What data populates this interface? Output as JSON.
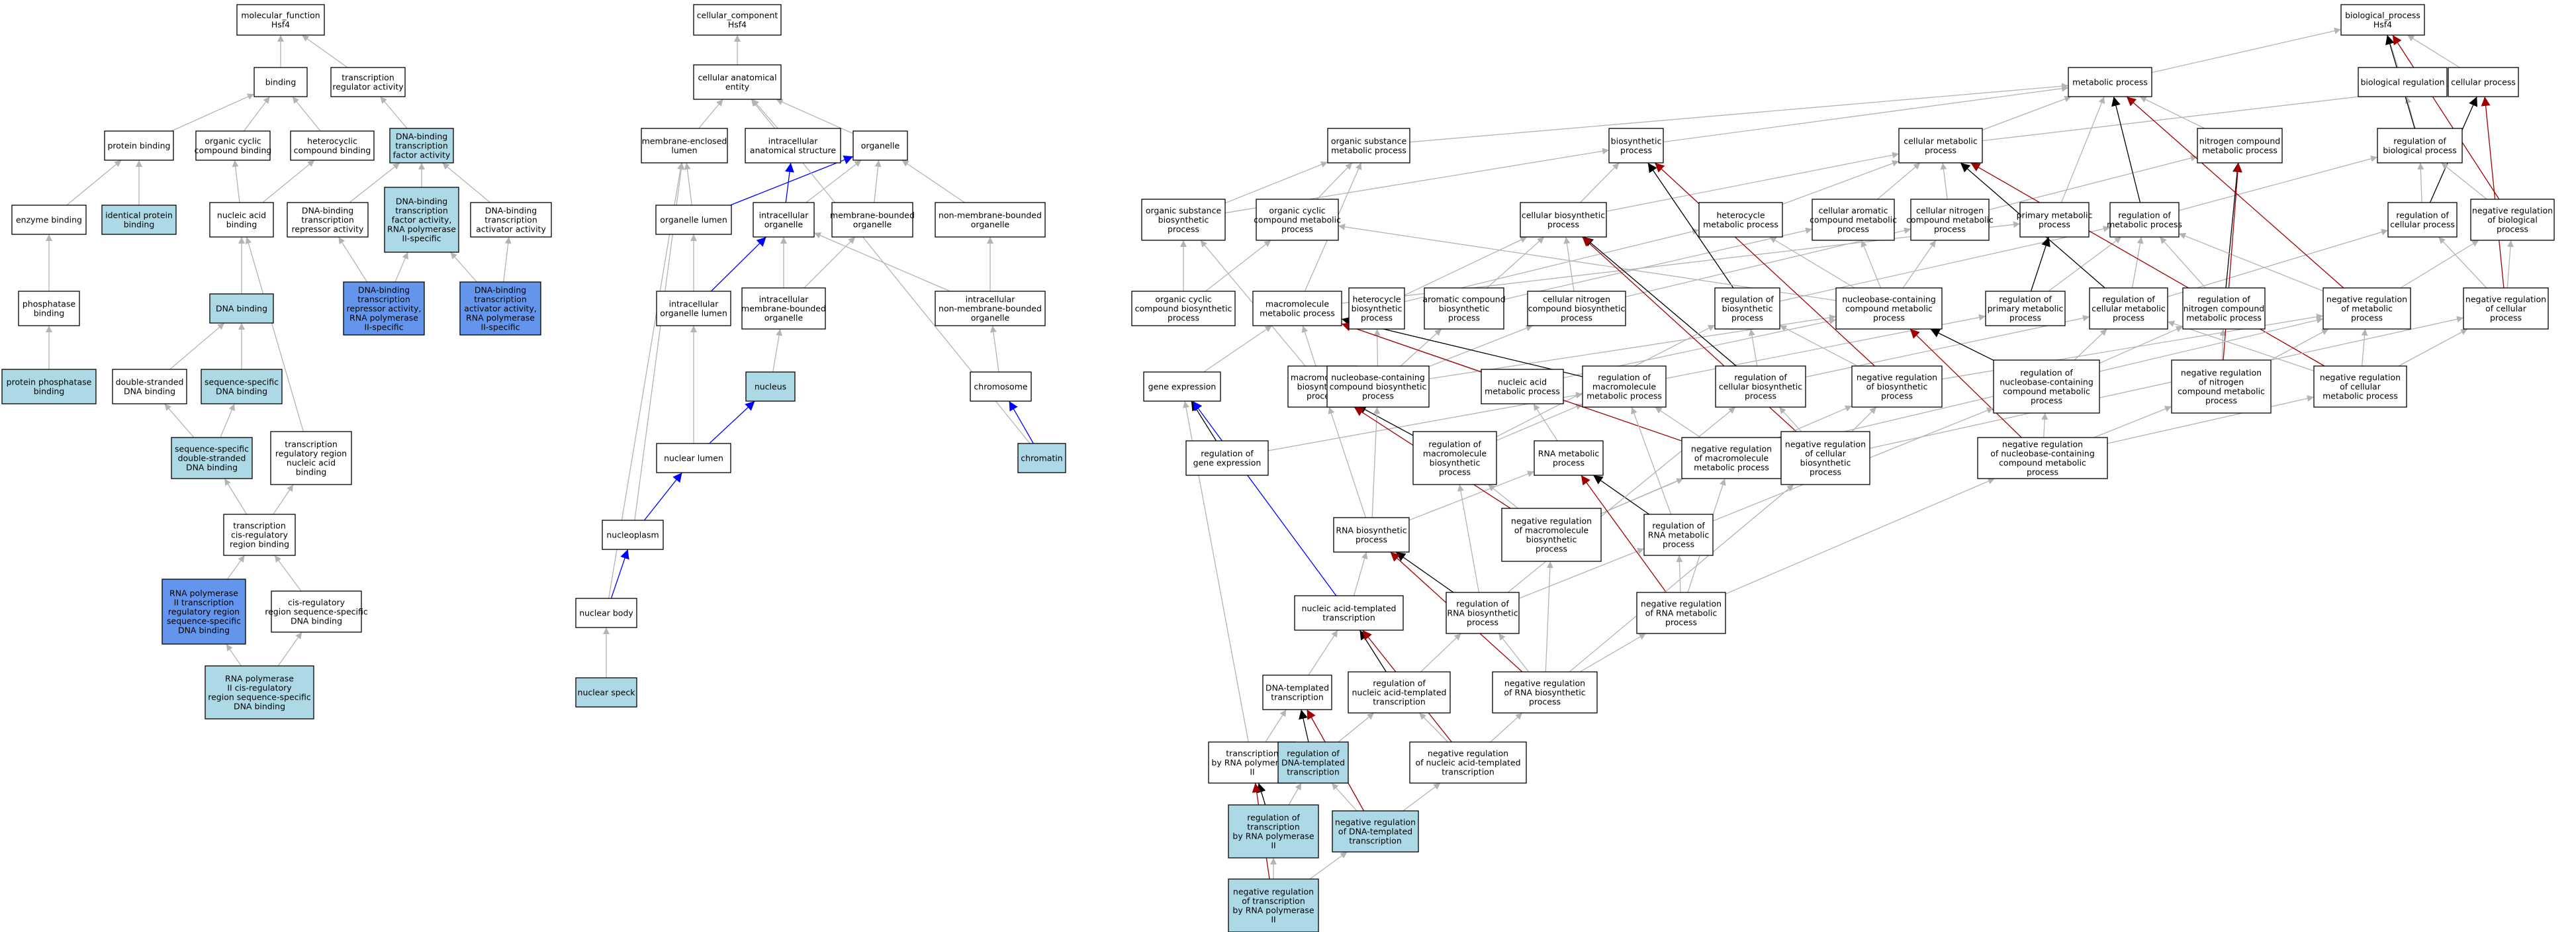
{
  "colors": {
    "default": "#ffffff",
    "light": "#add8e6",
    "dark": "#6495ed",
    "edge_gray": "#b4b4b4",
    "edge_black": "#000000",
    "edge_blue": "#0000ff",
    "edge_red": "#a00000"
  },
  "nodes": [
    {
      "id": "mf",
      "label": [
        "molecular_function",
        "Hsf4"
      ],
      "fill": "default"
    },
    {
      "id": "binding",
      "label": [
        "binding"
      ],
      "fill": "default"
    },
    {
      "id": "tra",
      "label": [
        "transcription",
        "regulator activity"
      ],
      "fill": "default"
    },
    {
      "id": "protbind",
      "label": [
        "protein binding"
      ],
      "fill": "default"
    },
    {
      "id": "occb",
      "label": [
        "organic cyclic",
        "compound binding"
      ],
      "fill": "default"
    },
    {
      "id": "hcb",
      "label": [
        "heterocyclic",
        "compound binding"
      ],
      "fill": "default"
    },
    {
      "id": "dbtfa",
      "label": [
        "DNA-binding",
        "transcription",
        "factor activity"
      ],
      "fill": "light"
    },
    {
      "id": "enzb",
      "label": [
        "enzyme binding"
      ],
      "fill": "default"
    },
    {
      "id": "idpb",
      "label": [
        "identical protein",
        "binding"
      ],
      "fill": "light"
    },
    {
      "id": "nab",
      "label": [
        "nucleic acid",
        "binding"
      ],
      "fill": "default"
    },
    {
      "id": "dbtra",
      "label": [
        "DNA-binding",
        "transcription",
        "repressor activity"
      ],
      "fill": "default"
    },
    {
      "id": "dbtfap2",
      "label": [
        "DNA-binding",
        "transcription",
        "factor activity,",
        "RNA polymerase",
        "II-specific"
      ],
      "fill": "light"
    },
    {
      "id": "dbtaa",
      "label": [
        "DNA-binding",
        "transcription",
        "activator activity"
      ],
      "fill": "default"
    },
    {
      "id": "phosb",
      "label": [
        "phosphatase",
        "binding"
      ],
      "fill": "default"
    },
    {
      "id": "dnab",
      "label": [
        "DNA binding"
      ],
      "fill": "light"
    },
    {
      "id": "dbtrap2",
      "label": [
        "DNA-binding",
        "transcription",
        "repressor activity,",
        "RNA polymerase",
        "II-specific"
      ],
      "fill": "dark"
    },
    {
      "id": "dbtaap2",
      "label": [
        "DNA-binding",
        "transcription",
        "activator activity,",
        "RNA polymerase",
        "II-specific"
      ],
      "fill": "dark"
    },
    {
      "id": "ppb",
      "label": [
        "protein phosphatase",
        "binding"
      ],
      "fill": "light"
    },
    {
      "id": "dsdb",
      "label": [
        "double-stranded",
        "DNA binding"
      ],
      "fill": "default"
    },
    {
      "id": "ssdb",
      "label": [
        "sequence-specific",
        "DNA binding"
      ],
      "fill": "light"
    },
    {
      "id": "ssdsdb",
      "label": [
        "sequence-specific",
        "double-stranded",
        "DNA binding"
      ],
      "fill": "light"
    },
    {
      "id": "trrnab",
      "label": [
        "transcription",
        "regulatory region",
        "nucleic acid",
        "binding"
      ],
      "fill": "default"
    },
    {
      "id": "tcrrb",
      "label": [
        "transcription",
        "cis-regulatory",
        "region binding"
      ],
      "fill": "default"
    },
    {
      "id": "rp2trr",
      "label": [
        "RNA polymerase",
        "II transcription",
        "regulatory region",
        "sequence-specific",
        "DNA binding"
      ],
      "fill": "dark"
    },
    {
      "id": "crrsdb",
      "label": [
        "cis-regulatory",
        "region sequence-specific",
        "DNA binding"
      ],
      "fill": "default"
    },
    {
      "id": "rp2crr",
      "label": [
        "RNA polymerase",
        "II cis-regulatory",
        "region sequence-specific",
        "DNA binding"
      ],
      "fill": "light"
    },
    {
      "id": "cc",
      "label": [
        "cellular_component",
        "Hsf4"
      ],
      "fill": "default"
    },
    {
      "id": "cae",
      "label": [
        "cellular anatomical",
        "entity"
      ],
      "fill": "default"
    },
    {
      "id": "mel",
      "label": [
        "membrane-enclosed",
        "lumen"
      ],
      "fill": "default"
    },
    {
      "id": "ias",
      "label": [
        "intracellular",
        "anatomical structure"
      ],
      "fill": "default"
    },
    {
      "id": "org",
      "label": [
        "organelle"
      ],
      "fill": "default"
    },
    {
      "id": "orgl",
      "label": [
        "organelle lumen"
      ],
      "fill": "default"
    },
    {
      "id": "iorg",
      "label": [
        "intracellular",
        "organelle"
      ],
      "fill": "default"
    },
    {
      "id": "mbo",
      "label": [
        "membrane-bounded",
        "organelle"
      ],
      "fill": "default"
    },
    {
      "id": "nmbo",
      "label": [
        "non-membrane-bounded",
        "organelle"
      ],
      "fill": "default"
    },
    {
      "id": "iol",
      "label": [
        "intracellular",
        "organelle lumen"
      ],
      "fill": "default"
    },
    {
      "id": "imbo",
      "label": [
        "intracellular",
        "membrane-bounded",
        "organelle"
      ],
      "fill": "default"
    },
    {
      "id": "inmbo",
      "label": [
        "intracellular",
        "non-membrane-bounded",
        "organelle"
      ],
      "fill": "default"
    },
    {
      "id": "nucleus",
      "label": [
        "nucleus"
      ],
      "fill": "light"
    },
    {
      "id": "chrom",
      "label": [
        "chromosome"
      ],
      "fill": "default"
    },
    {
      "id": "nl",
      "label": [
        "nuclear lumen"
      ],
      "fill": "default"
    },
    {
      "id": "chromatin",
      "label": [
        "chromatin"
      ],
      "fill": "light"
    },
    {
      "id": "nucleoplasm",
      "label": [
        "nucleoplasm"
      ],
      "fill": "default"
    },
    {
      "id": "nbody",
      "label": [
        "nuclear body"
      ],
      "fill": "default"
    },
    {
      "id": "nspeck",
      "label": [
        "nuclear speck"
      ],
      "fill": "light"
    },
    {
      "id": "bp",
      "label": [
        "biological_process",
        "Hsf4"
      ],
      "fill": "default"
    },
    {
      "id": "metp",
      "label": [
        "metabolic process"
      ],
      "fill": "default"
    },
    {
      "id": "bioreg",
      "label": [
        "biological regulation"
      ],
      "fill": "default"
    },
    {
      "id": "cellp",
      "label": [
        "cellular process"
      ],
      "fill": "default"
    },
    {
      "id": "osmp",
      "label": [
        "organic substance",
        "metabolic process"
      ],
      "fill": "default"
    },
    {
      "id": "biosp",
      "label": [
        "biosynthetic",
        "process"
      ],
      "fill": "default"
    },
    {
      "id": "cmp",
      "label": [
        "cellular metabolic",
        "process"
      ],
      "fill": "default"
    },
    {
      "id": "ncmp",
      "label": [
        "nitrogen compound",
        "metabolic process"
      ],
      "fill": "default"
    },
    {
      "id": "rbp",
      "label": [
        "regulation of",
        "biological process"
      ],
      "fill": "default"
    },
    {
      "id": "osbp",
      "label": [
        "organic substance",
        "biosynthetic",
        "process"
      ],
      "fill": "default"
    },
    {
      "id": "occmp",
      "label": [
        "organic cyclic",
        "compound metabolic",
        "process"
      ],
      "fill": "default"
    },
    {
      "id": "cbp",
      "label": [
        "cellular biosynthetic",
        "process"
      ],
      "fill": "default"
    },
    {
      "id": "hmp",
      "label": [
        "heterocycle",
        "metabolic process"
      ],
      "fill": "default"
    },
    {
      "id": "cacmp",
      "label": [
        "cellular aromatic",
        "compound metabolic",
        "process"
      ],
      "fill": "default"
    },
    {
      "id": "cncmp",
      "label": [
        "cellular nitrogen",
        "compound metabolic",
        "process"
      ],
      "fill": "default"
    },
    {
      "id": "pmp",
      "label": [
        "primary metabolic",
        "process"
      ],
      "fill": "default"
    },
    {
      "id": "rmp",
      "label": [
        "regulation of",
        "metabolic process"
      ],
      "fill": "default"
    },
    {
      "id": "rcp",
      "label": [
        "regulation of",
        "cellular process"
      ],
      "fill": "default"
    },
    {
      "id": "nrbp",
      "label": [
        "negative regulation",
        "of biological",
        "process"
      ],
      "fill": "default"
    },
    {
      "id": "occbp",
      "label": [
        "organic cyclic",
        "compound biosynthetic",
        "process"
      ],
      "fill": "default"
    },
    {
      "id": "mmp",
      "label": [
        "macromolecule",
        "metabolic process"
      ],
      "fill": "default"
    },
    {
      "id": "hbp",
      "label": [
        "heterocycle",
        "biosynthetic",
        "process"
      ],
      "fill": "default"
    },
    {
      "id": "acbp",
      "label": [
        "aromatic compound",
        "biosynthetic",
        "process"
      ],
      "fill": "default"
    },
    {
      "id": "cncbp",
      "label": [
        "cellular nitrogen",
        "compound biosynthetic",
        "process"
      ],
      "fill": "default"
    },
    {
      "id": "rbsp",
      "label": [
        "regulation of",
        "biosynthetic",
        "process"
      ],
      "fill": "default"
    },
    {
      "id": "nbcmp",
      "label": [
        "nucleobase-containing",
        "compound metabolic",
        "process"
      ],
      "fill": "default"
    },
    {
      "id": "rpmp",
      "label": [
        "regulation of",
        "primary metabolic",
        "process"
      ],
      "fill": "default"
    },
    {
      "id": "rcmp",
      "label": [
        "regulation of",
        "cellular metabolic",
        "process"
      ],
      "fill": "default"
    },
    {
      "id": "rncmp",
      "label": [
        "regulation of",
        "nitrogen compound",
        "metabolic process"
      ],
      "fill": "default"
    },
    {
      "id": "nrmp",
      "label": [
        "negative regulation",
        "of metabolic",
        "process"
      ],
      "fill": "default"
    },
    {
      "id": "nrcp",
      "label": [
        "negative regulation",
        "of cellular",
        "process"
      ],
      "fill": "default"
    },
    {
      "id": "ge",
      "label": [
        "gene expression"
      ],
      "fill": "default"
    },
    {
      "id": "mbp",
      "label": [
        "macromolecule",
        "biosynthetic",
        "process"
      ],
      "fill": "default"
    },
    {
      "id": "nbcbp",
      "label": [
        "nucleobase-containing",
        "compound biosynthetic",
        "process"
      ],
      "fill": "default"
    },
    {
      "id": "namp",
      "label": [
        "nucleic acid",
        "metabolic process"
      ],
      "fill": "default"
    },
    {
      "id": "rmmp",
      "label": [
        "regulation of",
        "macromolecule",
        "metabolic process"
      ],
      "fill": "default"
    },
    {
      "id": "rcbp",
      "label": [
        "regulation of",
        "cellular biosynthetic",
        "process"
      ],
      "fill": "default"
    },
    {
      "id": "nrbsp",
      "label": [
        "negative regulation",
        "of biosynthetic",
        "process"
      ],
      "fill": "default"
    },
    {
      "id": "rnbcmp",
      "label": [
        "regulation of",
        "nucleobase-containing",
        "compound metabolic",
        "process"
      ],
      "fill": "default"
    },
    {
      "id": "nrncmp",
      "label": [
        "negative regulation",
        "of nitrogen",
        "compound metabolic",
        "process"
      ],
      "fill": "default"
    },
    {
      "id": "nrcmp",
      "label": [
        "negative regulation",
        "of cellular",
        "metabolic process"
      ],
      "fill": "default"
    },
    {
      "id": "rge",
      "label": [
        "regulation of",
        "gene expression"
      ],
      "fill": "default"
    },
    {
      "id": "rmbp",
      "label": [
        "regulation of",
        "macromolecule",
        "biosynthetic",
        "process"
      ],
      "fill": "default"
    },
    {
      "id": "rnamp",
      "label": [
        "RNA metabolic",
        "process"
      ],
      "fill": "default"
    },
    {
      "id": "nrmmp",
      "label": [
        "negative regulation",
        "of macromolecule",
        "metabolic process"
      ],
      "fill": "default"
    },
    {
      "id": "nrcbp",
      "label": [
        "negative regulation",
        "of cellular",
        "biosynthetic",
        "process"
      ],
      "fill": "default"
    },
    {
      "id": "nrnbcmp",
      "label": [
        "negative regulation",
        "of nucleobase-containing",
        "compound metabolic",
        "process"
      ],
      "fill": "default"
    },
    {
      "id": "rnabp",
      "label": [
        "RNA biosynthetic",
        "process"
      ],
      "fill": "default"
    },
    {
      "id": "nrmbp",
      "label": [
        "negative regulation",
        "of macromolecule",
        "biosynthetic",
        "process"
      ],
      "fill": "default"
    },
    {
      "id": "rrmp",
      "label": [
        "regulation of",
        "RNA metabolic",
        "process"
      ],
      "fill": "default"
    },
    {
      "id": "natt",
      "label": [
        "nucleic acid-templated",
        "transcription"
      ],
      "fill": "default"
    },
    {
      "id": "rrbp",
      "label": [
        "regulation of",
        "RNA biosynthetic",
        "process"
      ],
      "fill": "default"
    },
    {
      "id": "nrrmp",
      "label": [
        "negative regulation",
        "of RNA metabolic",
        "process"
      ],
      "fill": "default"
    },
    {
      "id": "dtt",
      "label": [
        "DNA-templated",
        "transcription"
      ],
      "fill": "default"
    },
    {
      "id": "rnatt",
      "label": [
        "regulation of",
        "nucleic acid-templated",
        "transcription"
      ],
      "fill": "default"
    },
    {
      "id": "nrrbp",
      "label": [
        "negative regulation",
        "of RNA biosynthetic",
        "process"
      ],
      "fill": "default"
    },
    {
      "id": "trp2",
      "label": [
        "transcription",
        "by RNA polymerase",
        "II"
      ],
      "fill": "default"
    },
    {
      "id": "rdtt",
      "label": [
        "regulation of",
        "DNA-templated",
        "transcription"
      ],
      "fill": "light"
    },
    {
      "id": "nrnatt",
      "label": [
        "negative regulation",
        "of nucleic acid-templated",
        "transcription"
      ],
      "fill": "default"
    },
    {
      "id": "rtrp2",
      "label": [
        "regulation of",
        "transcription",
        "by RNA polymerase",
        "II"
      ],
      "fill": "light"
    },
    {
      "id": "nrdtt",
      "label": [
        "negative regulation",
        "of DNA-templated",
        "transcription"
      ],
      "fill": "light"
    },
    {
      "id": "nrtrp2",
      "label": [
        "negative regulation",
        "of transcription",
        "by RNA polymerase",
        "II"
      ],
      "fill": "light"
    }
  ]
}
